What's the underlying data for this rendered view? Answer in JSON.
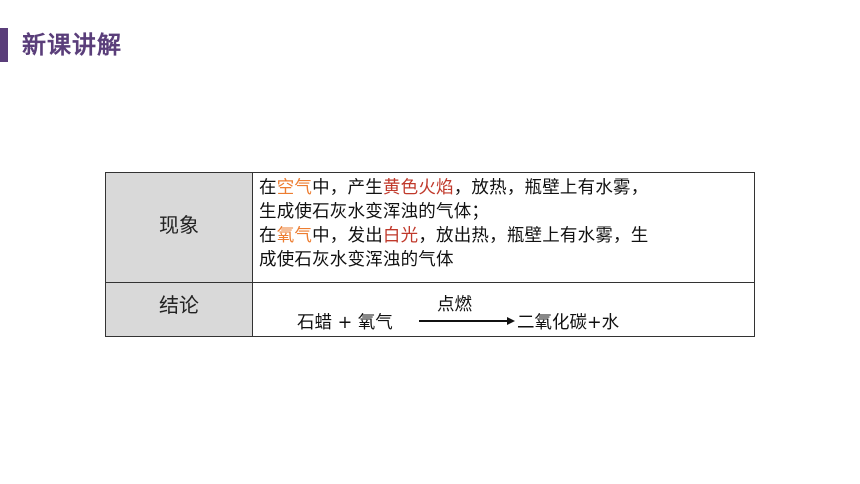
{
  "header": {
    "title": "新课讲解"
  },
  "table": {
    "row1": {
      "label": "现象",
      "line1": {
        "p1": "在",
        "air": "空气",
        "p2": "中，产生",
        "flame": "黄色火焰",
        "p3": "，放热，瓶壁上有水雾，"
      },
      "line2": "生成使石灰水变浑浊的气体；",
      "line3": {
        "p1": "在",
        "oxygen": "氧气",
        "p2": "中，发出",
        "light": "白光",
        "p3": "，放出热，瓶壁上有水雾，生"
      },
      "line4": "成使石灰水变浑浊的气体"
    },
    "row2": {
      "label": "结论",
      "lhs": "石蜡 + 氧气",
      "condition": "点燃",
      "rhs": "二氧化碳+水"
    }
  },
  "colors": {
    "title": "#5a3e7a",
    "highlight_orange": "#ed7d31",
    "highlight_red": "#c0392b",
    "label_bg": "#d9d9d9"
  }
}
